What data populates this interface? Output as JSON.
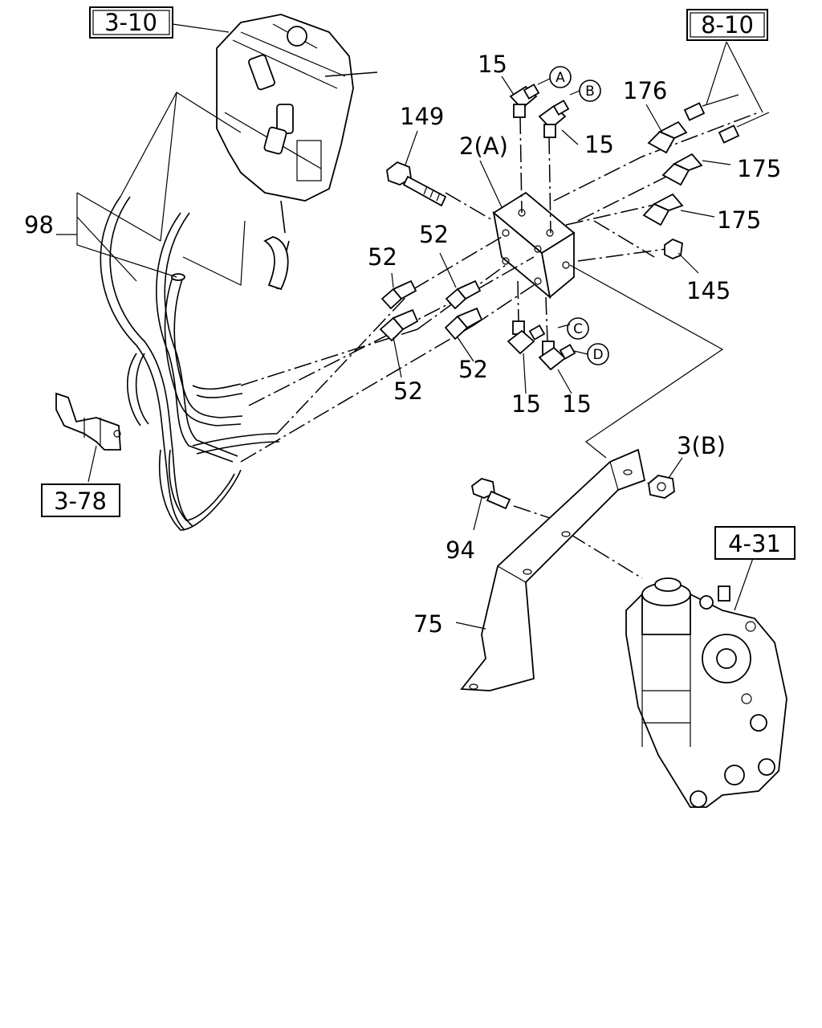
{
  "refs": {
    "r310": "3-10",
    "r810": "8-10",
    "r378": "3-78",
    "r431": "4-31"
  },
  "parts": {
    "p15a": "15",
    "p15b": "15",
    "p15c": "15",
    "p15d": "15",
    "p149": "149",
    "p2a": "2(A)",
    "p176": "176",
    "p175a": "175",
    "p175b": "175",
    "p145": "145",
    "p98": "98",
    "p52a": "52",
    "p52b": "52",
    "p52c": "52",
    "p52d": "52",
    "p3b": "3(B)",
    "p94": "94",
    "p75": "75"
  },
  "circles": {
    "A": "A",
    "B": "B",
    "C": "C",
    "D": "D"
  }
}
